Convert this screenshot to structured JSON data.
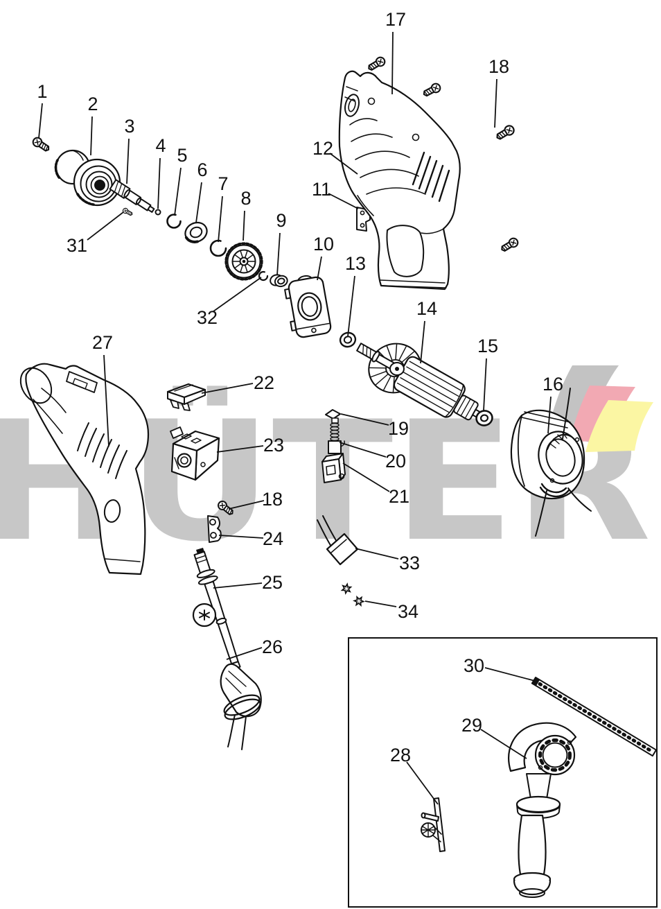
{
  "watermark": {
    "text": "HÜTER"
  },
  "colors": {
    "watermark-gray": "#c7c7c7",
    "logo-gray": "#c3c3c3",
    "logo-red": "#f2a9b3",
    "logo-yellow": "#fbf6a3",
    "line": "#111111",
    "background": "#ffffff"
  },
  "callouts": [
    {
      "part": "1"
    },
    {
      "part": "2"
    },
    {
      "part": "3"
    },
    {
      "part": "4"
    },
    {
      "part": "5"
    },
    {
      "part": "6"
    },
    {
      "part": "7"
    },
    {
      "part": "8"
    },
    {
      "part": "9"
    },
    {
      "part": "10"
    },
    {
      "part": "11"
    },
    {
      "part": "12"
    },
    {
      "part": "13"
    },
    {
      "part": "14"
    },
    {
      "part": "15"
    },
    {
      "part": "16"
    },
    {
      "part": "17"
    },
    {
      "part": "18"
    },
    {
      "part": "18"
    },
    {
      "part": "19"
    },
    {
      "part": "20"
    },
    {
      "part": "21"
    },
    {
      "part": "22"
    },
    {
      "part": "23"
    },
    {
      "part": "24"
    },
    {
      "part": "25"
    },
    {
      "part": "26"
    },
    {
      "part": "27"
    },
    {
      "part": "28"
    },
    {
      "part": "29"
    },
    {
      "part": "30"
    },
    {
      "part": "31"
    },
    {
      "part": "32"
    },
    {
      "part": "33"
    },
    {
      "part": "34"
    }
  ]
}
